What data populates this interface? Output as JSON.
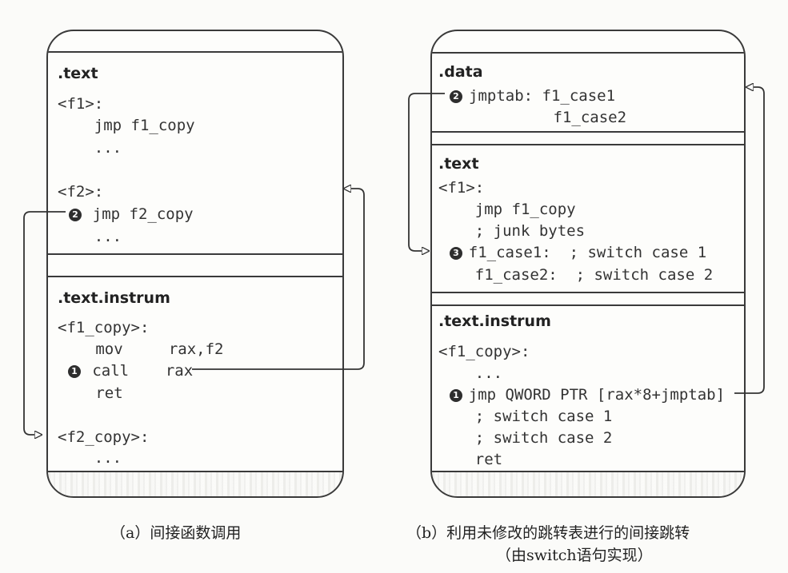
{
  "panel_a": {
    "text_section": {
      "title": ".text",
      "lines": [
        "<f1>:",
        "    jmp f1_copy",
        "    ...",
        "",
        "<f2>:",
        "    jmp f2_copy",
        "    ..."
      ],
      "marker": "2"
    },
    "instrum_section": {
      "title": ".text.instrum",
      "lines": [
        "<f1_copy>:",
        "   mov     rax,f2",
        "   call    rax",
        "   ret",
        "",
        "<f2_copy>:",
        "    ..."
      ],
      "marker": "1"
    },
    "caption": "（a）间接函数调用"
  },
  "panel_b": {
    "data_section": {
      "title": ".data",
      "lines": [
        "jmptab: f1_case1",
        "        f1_case2"
      ],
      "marker": "2"
    },
    "text_section": {
      "title": ".text",
      "lines": [
        "<f1>:",
        "    jmp f1_copy",
        "    ; junk bytes",
        "    f1_case1:  ; switch case 1",
        "    f1_case2:  ; switch case 2"
      ],
      "marker": "3"
    },
    "instrum_section": {
      "title": ".text.instrum",
      "lines": [
        "<f1_copy>:",
        "    ...",
        "    jmp QWORD PTR [rax*8+jmptab]",
        "    ; switch case 1",
        "    ; switch case 2",
        "    ret"
      ],
      "marker": "1"
    },
    "caption_line1": "（b）利用未修改的跳转表进行的间接跳转",
    "caption_line2": "（由switch语句实现）"
  }
}
